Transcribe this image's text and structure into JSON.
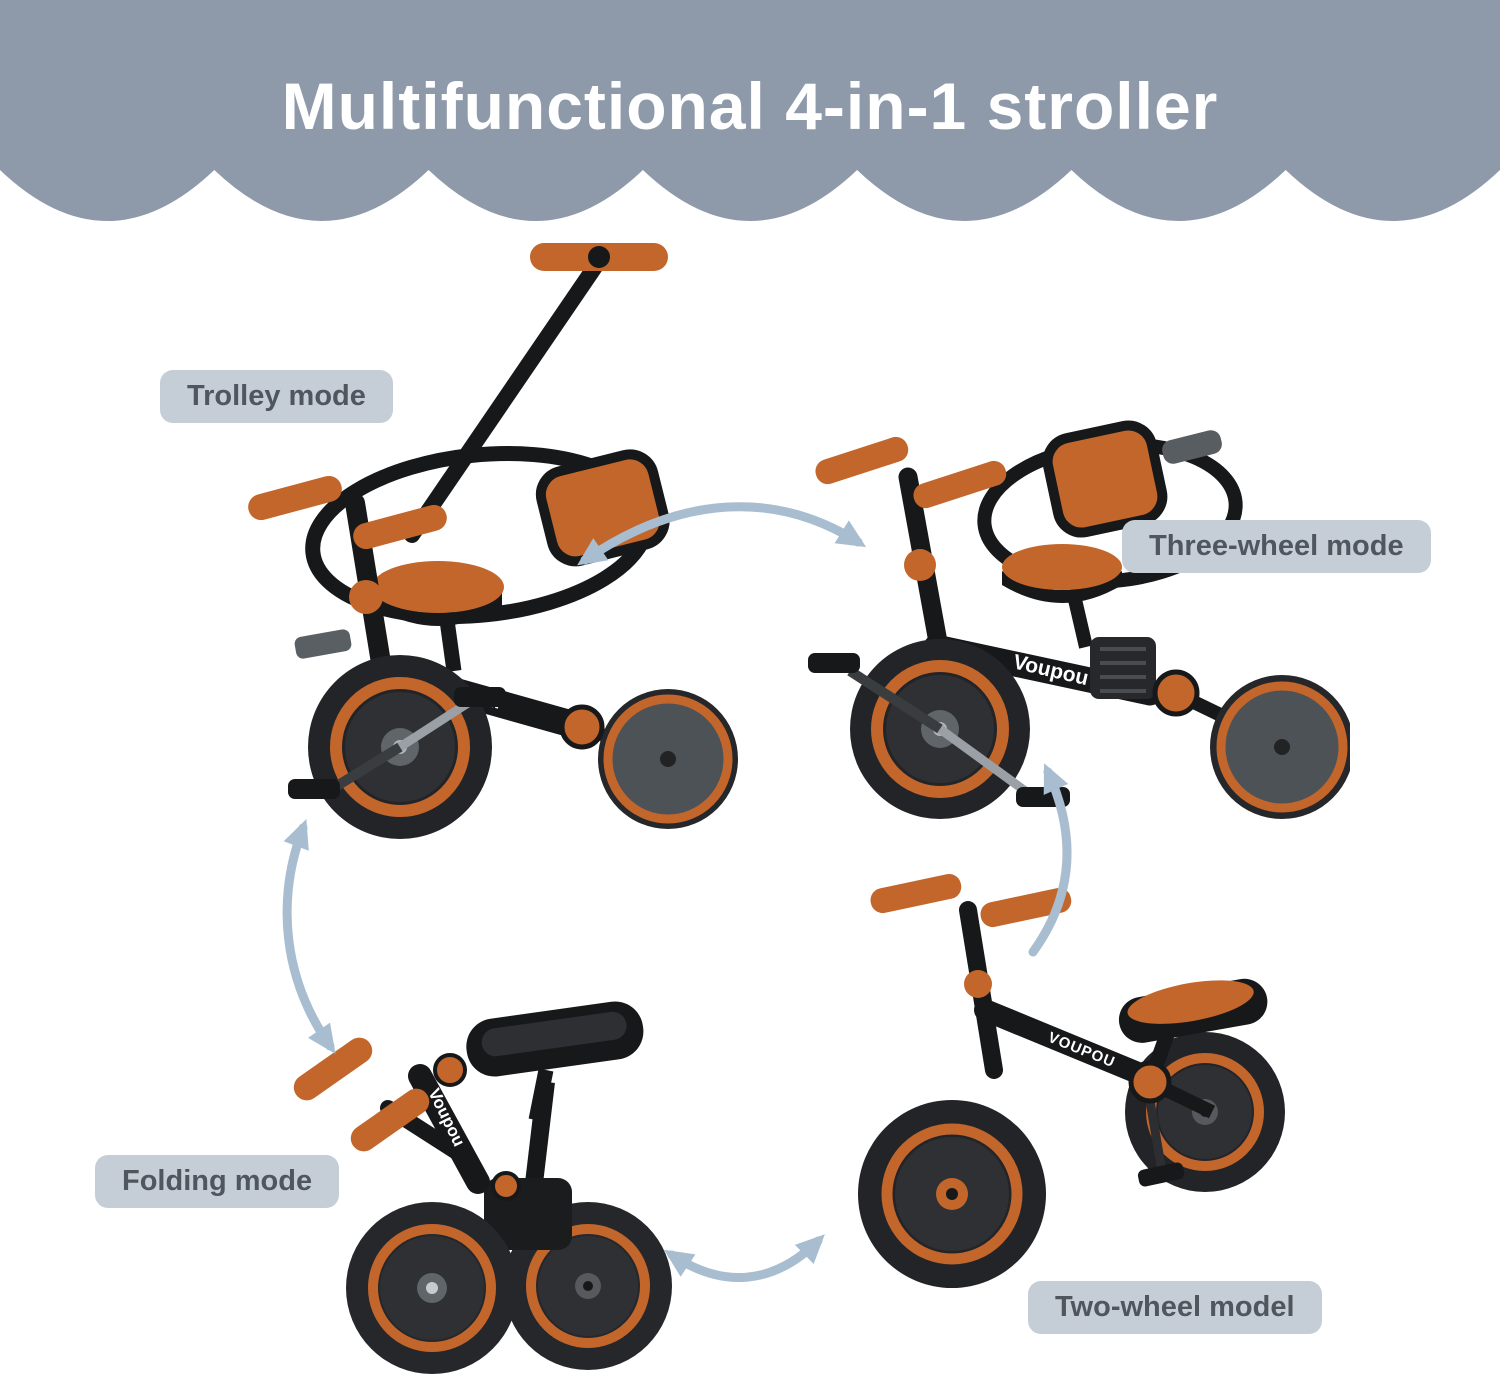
{
  "header": {
    "title": "Multifunctional 4-in-1 stroller"
  },
  "brand": {
    "name": "Voupou",
    "name_uppercase": "VOUPOU"
  },
  "modes": {
    "trolley": {
      "label": "Trolley mode"
    },
    "three_wheel": {
      "label": "Three-wheel mode"
    },
    "folding": {
      "label": "Folding mode"
    },
    "two_wheel": {
      "label": "Two-wheel model"
    }
  },
  "colors": {
    "banner_background": "#8e9aaa",
    "title_text": "#ffffff",
    "label_background": "#c5ced7",
    "label_text": "#4f565e",
    "arrow": "#a9bdd1",
    "frame_black": "#17181a",
    "accent_orange": "#c2662c",
    "wheel_disc_gray": "#4d5257"
  }
}
